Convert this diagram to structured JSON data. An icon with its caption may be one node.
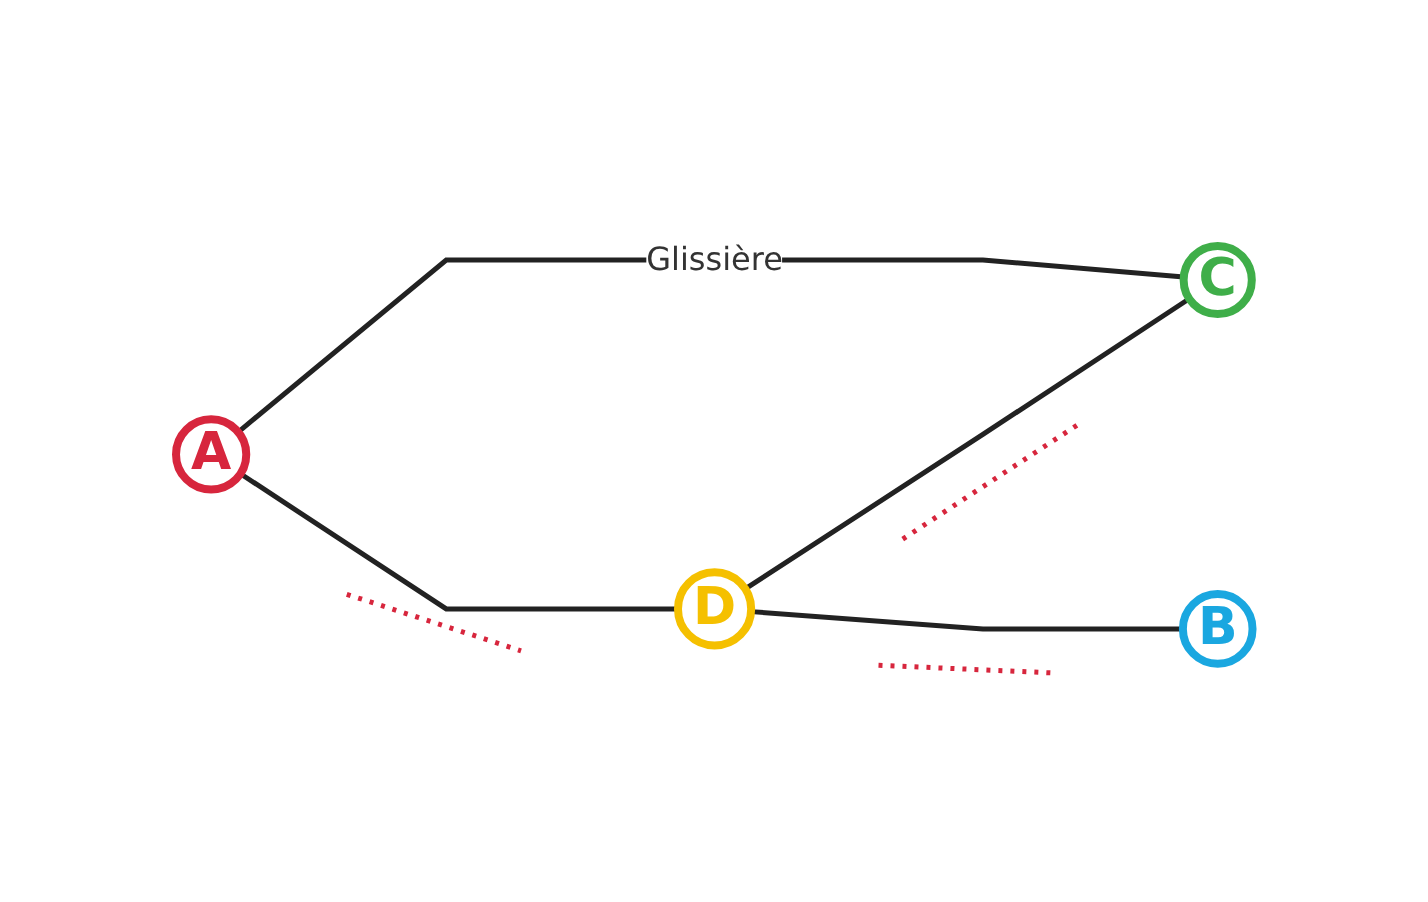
{
  "diagram": {
    "nodes": [
      {
        "text": [
          "A"
        ]
      },
      {
        "text": [
          "C"
        ]
      },
      {
        "text": [
          "D"
        ]
      },
      {
        "text": [
          "B"
        ]
      }
    ],
    "edges": [
      {
        "from": 0,
        "to": 1,
        "arrow": "none",
        "label": "Glissière"
      },
      {
        "from": 0,
        "to": 2,
        "arrow": "none"
      },
      {
        "from": 2,
        "to": 1,
        "arrow": "none"
      },
      {
        "from": 2,
        "to": 3,
        "arrow": "none"
      }
    ]
  }
}
